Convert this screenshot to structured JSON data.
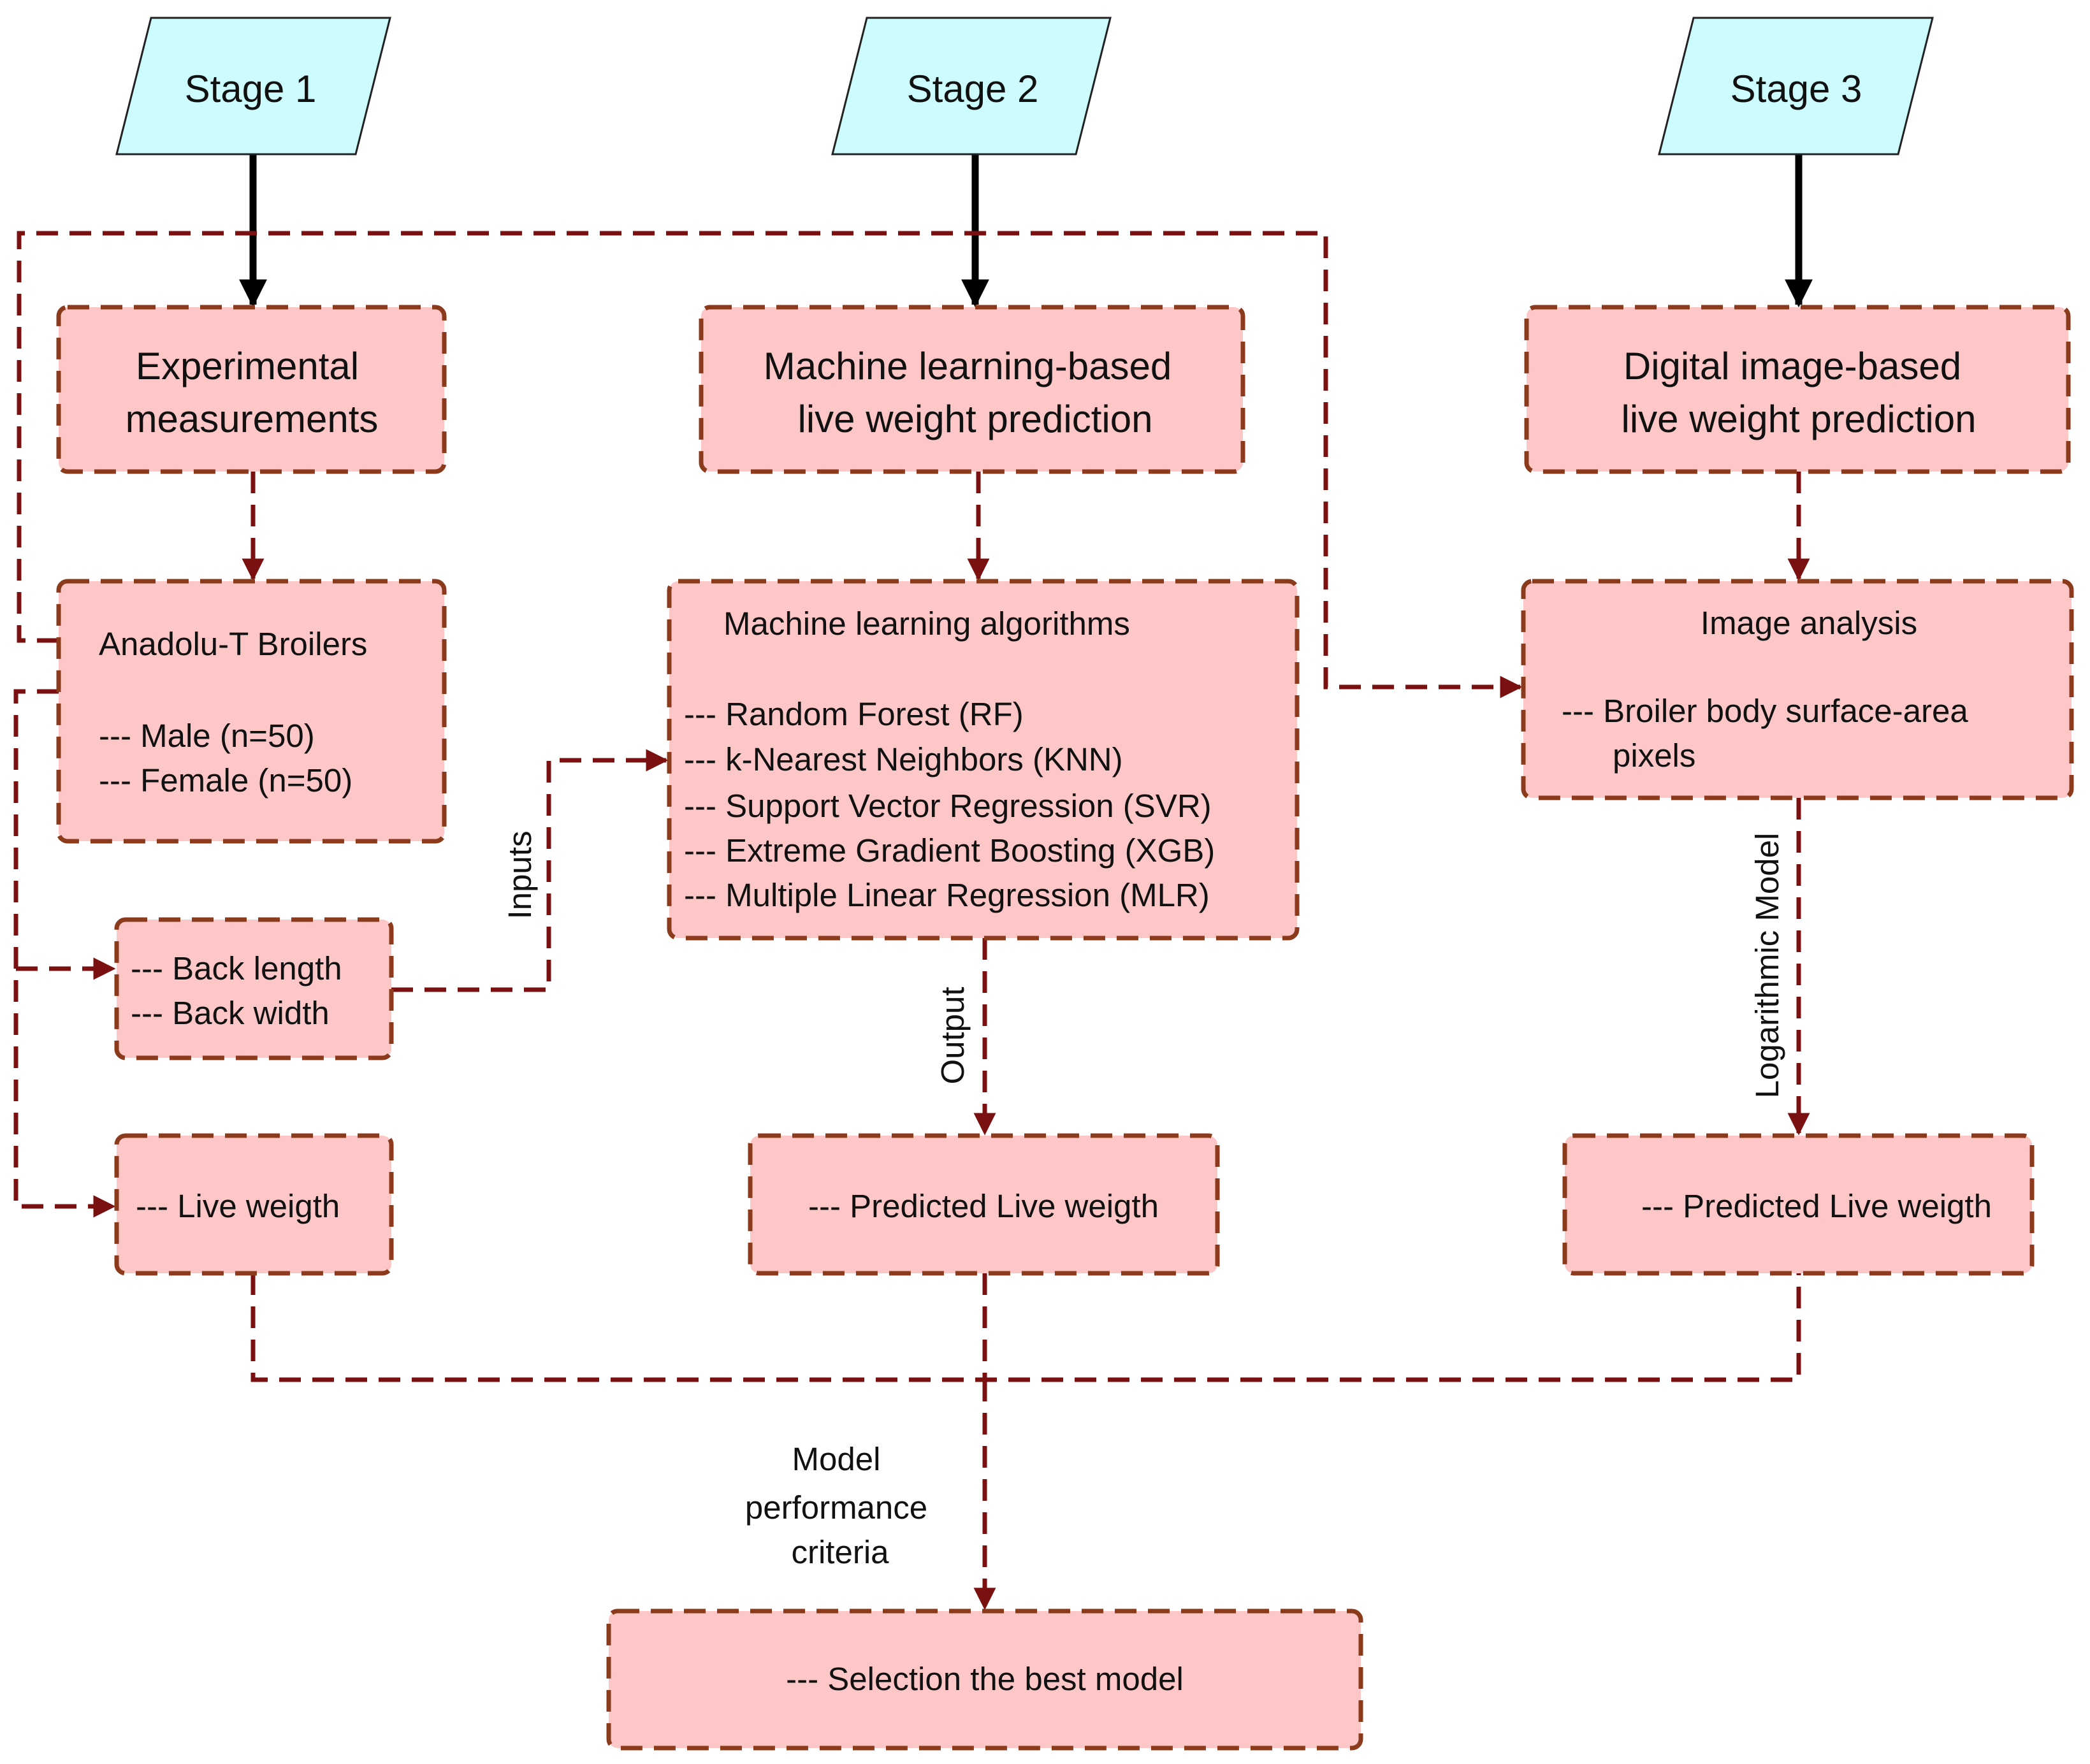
{
  "colors": {
    "stage_fill": "#ccfcfd",
    "box_fill": "#fdc7c7",
    "box_border": "#8b3a1c",
    "dashed_connector": "#7a1010",
    "solid_connector": "#000000"
  },
  "stages": {
    "stage1": "Stage 1",
    "stage2": "Stage 2",
    "stage3": "Stage 3"
  },
  "boxes": {
    "experimental": {
      "line1": "Experimental",
      "line2": "measurements"
    },
    "ml_prediction": {
      "line1": "Machine learning-based",
      "line2": "live weight prediction"
    },
    "image_prediction": {
      "line1": "Digital image-based",
      "line2": "live weight prediction"
    },
    "broilers": {
      "title": "Anadolu-T Broilers",
      "items": [
        "--- Male (n=50)",
        "--- Female (n=50)"
      ]
    },
    "ml_algorithms": {
      "title": "Machine learning algorithms",
      "items": [
        "--- Random Forest (RF)",
        "--- k-Nearest Neighbors (KNN)",
        "--- Support Vector Regression (SVR)",
        "--- Extreme Gradient Boosting (XGB)",
        "--- Multiple Linear Regression (MLR)"
      ]
    },
    "image_analysis": {
      "title": "Image analysis",
      "items": [
        "--- Broiler body surface-area",
        "pixels"
      ]
    },
    "back": {
      "items": [
        "--- Back length",
        "--- Back width"
      ]
    },
    "live_weight": "--- Live weigth",
    "predicted_ml": "--- Predicted Live weigth",
    "predicted_image": "--- Predicted Live weigth",
    "best_model": "--- Selection the best model"
  },
  "edge_labels": {
    "inputs": "Inputs",
    "output": "Output",
    "logarithmic": "Logarithmic Model",
    "performance": [
      "Model",
      "performance",
      "criteria"
    ]
  }
}
